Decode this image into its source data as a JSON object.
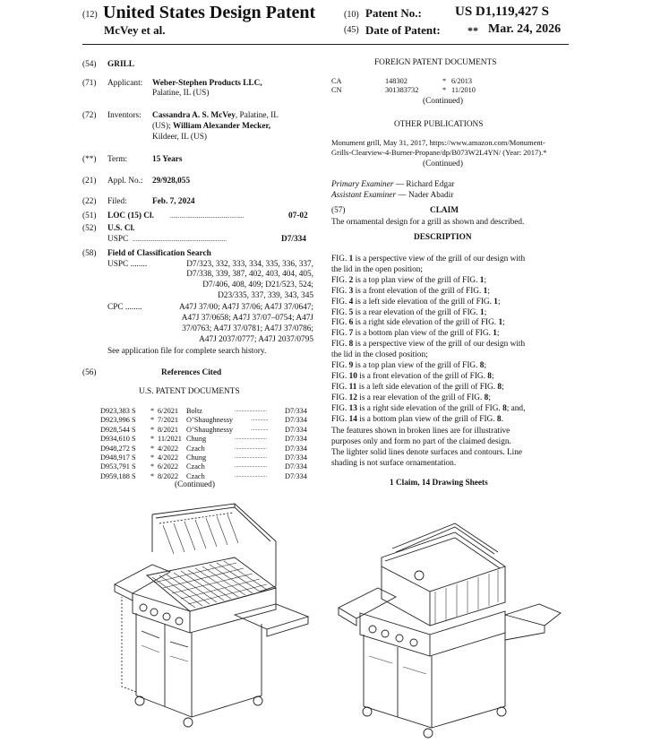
{
  "header": {
    "code12": "(12)",
    "doc_type": "United States Design Patent",
    "code10": "(10)",
    "patent_no_label": "Patent No.:",
    "patent_no": "US D1,119,427 S",
    "inventor_short": "McVey et al.",
    "code45": "(45)",
    "date_label": "Date of Patent:",
    "date_mark": "**",
    "date": "Mar. 24, 2026"
  },
  "left": {
    "title_code": "(54)",
    "title": "GRILL",
    "applicant_code": "(71)",
    "applicant_label": "Applicant:",
    "applicant_name": "Weber-Stephen Products LLC,",
    "applicant_city": "Palatine, IL (US)",
    "inventors_code": "(72)",
    "inventors_label": "Inventors:",
    "inventor1_name": "Cassandra A. S. McVey",
    "inventor1_city": ", Palatine, IL",
    "inventor1_country": "(US); ",
    "inventor2_name": "William Alexander Mecker,",
    "inventor2_city": "Kildeer, IL (US)",
    "term_code": "(**)",
    "term_label": "Term:",
    "term_value": "15 Years",
    "appl_code": "(21)",
    "appl_label": "Appl. No.:",
    "appl_value": "29/928,055",
    "filed_code": "(22)",
    "filed_label": "Filed:",
    "filed_value": "Feb. 7, 2024",
    "loc_code": "(51)",
    "loc_label": "LOC (15) Cl.",
    "loc_dots": "...............................................",
    "loc_value": "07-02",
    "uscl_code": "(52)",
    "uscl_label": "U.S. Cl.",
    "usclpc_label": "USPC",
    "usclpc_dots": "............................................................",
    "usclpc_value": "D7/334",
    "field_code": "(58)",
    "field_label": "Field of Classification Search",
    "field_uspc_label": "USPC ........",
    "field_uspc_1": "D7/323, 332, 333, 334, 335, 336, 337,",
    "field_uspc_2": "D7/338, 339, 387, 402, 403, 404, 405,",
    "field_uspc_3": "D7/406, 408, 409; D21/523, 524;",
    "field_uspc_4": "D23/335, 337, 339, 343, 345",
    "field_cpc_label": "CPC ........",
    "field_cpc_1": "A47J 37/00; A47J 37/06; A47J 37/0647;",
    "field_cpc_2": "A47J 37/0658; A47J 37/07–0754; A47J",
    "field_cpc_3": "37/0763; A47J 37/0781; A47J 37/0786;",
    "field_cpc_4": "A47J 2037/0777; A47J 2037/0795",
    "field_note": "See application file for complete search history.",
    "refs_code": "(56)",
    "refs_label": "References Cited",
    "us_docs_label": "U.S. PATENT DOCUMENTS",
    "us_docs": [
      {
        "no": "D923,383 S",
        "star": "*",
        "date": "6/2021",
        "name": "Boltz",
        "dots": "........................",
        "cls": "D7/334"
      },
      {
        "no": "D923,996 S",
        "star": "*",
        "date": "7/2021",
        "name": "O’Shaughnessy",
        "dots": ".............",
        "cls": "D7/334"
      },
      {
        "no": "D928,544 S",
        "star": "*",
        "date": "8/2021",
        "name": "O’Shaughnessy",
        "dots": ".............",
        "cls": "D7/334"
      },
      {
        "no": "D934,610 S",
        "star": "*",
        "date": "11/2021",
        "name": "Chung",
        "dots": "........................",
        "cls": "D7/334"
      },
      {
        "no": "D948,272 S",
        "star": "*",
        "date": "4/2022",
        "name": "Czach",
        "dots": "........................",
        "cls": "D7/334"
      },
      {
        "no": "D948,917 S",
        "star": "*",
        "date": "4/2022",
        "name": "Chung",
        "dots": "........................",
        "cls": "D7/334"
      },
      {
        "no": "D953,791 S",
        "star": "*",
        "date": "6/2022",
        "name": "Czach",
        "dots": "........................",
        "cls": "D7/334"
      },
      {
        "no": "D959,188 S",
        "star": "*",
        "date": "8/2022",
        "name": "Czach",
        "dots": "........................",
        "cls": "D7/334"
      }
    ],
    "continued": "(Continued)"
  },
  "right": {
    "foreign_label": "FOREIGN PATENT DOCUMENTS",
    "foreign_docs": [
      {
        "country": "CA",
        "no": "148302",
        "star": "*",
        "date": "6/2013"
      },
      {
        "country": "CN",
        "no": "301383732",
        "star": "*",
        "date": "11/2010"
      }
    ],
    "foreign_continued": "(Continued)",
    "other_label": "OTHER PUBLICATIONS",
    "other_1": "Monument grill, May 31, 2017, https://www.amazon.com/Monument-",
    "other_2": "Grills-Clearview-4-Burner-Propane/dp/B073W2L4YN/ (Year: 2017).*",
    "other_continued": "(Continued)",
    "primary_label": "Primary Examiner",
    "primary_name": " — Richard Edgar",
    "assistant_label": "Assistant Examiner",
    "assistant_name": " — Nader Abadir",
    "claim_code": "(57)",
    "claim_label": "CLAIM",
    "claim_text": "The ornamental design for a grill as shown and described.",
    "desc_label": "DESCRIPTION",
    "figs": [
      {
        "pre": "FIG. ",
        "num": "1",
        "post": " is a perspective view of the grill of our design with"
      },
      {
        "pre": "",
        "num": "",
        "post": "the lid in the open position;"
      },
      {
        "pre": "FIG. ",
        "num": "2",
        "post": " is a top plan view of the grill of FIG. ",
        "ref": "1",
        "end": ";"
      },
      {
        "pre": "FIG. ",
        "num": "3",
        "post": " is a front elevation of the grill of FIG. ",
        "ref": "1",
        "end": ";"
      },
      {
        "pre": "FIG. ",
        "num": "4",
        "post": " is a left side elevation of the grill of FIG. ",
        "ref": "1",
        "end": ";"
      },
      {
        "pre": "FIG. ",
        "num": "5",
        "post": " is a rear elevation of the grill of FIG. ",
        "ref": "1",
        "end": ";"
      },
      {
        "pre": "FIG. ",
        "num": "6",
        "post": " is a right side elevation of the grill of FIG. ",
        "ref": "1",
        "end": ";"
      },
      {
        "pre": "FIG. ",
        "num": "7",
        "post": " is a bottom plan view of the grill of FIG. ",
        "ref": "1",
        "end": ";"
      },
      {
        "pre": "FIG. ",
        "num": "8",
        "post": " is a perspective view of the grill of our design with"
      },
      {
        "pre": "",
        "num": "",
        "post": "the lid in the closed position;"
      },
      {
        "pre": "FIG. ",
        "num": "9",
        "post": " is a top plan view of the grill of FIG. ",
        "ref": "8",
        "end": ";"
      },
      {
        "pre": "FIG. ",
        "num": "10",
        "post": " is a front elevation of the grill of FIG. ",
        "ref": "8",
        "end": ";"
      },
      {
        "pre": "FIG. ",
        "num": "11",
        "post": " is a left side elevation of the grill of FIG. ",
        "ref": "8",
        "end": ";"
      },
      {
        "pre": "FIG. ",
        "num": "12",
        "post": " is a rear elevation of the grill of FIG. ",
        "ref": "8",
        "end": ";"
      },
      {
        "pre": "FIG. ",
        "num": "13",
        "post": " is a right side elevation of the grill of FIG. ",
        "ref": "8",
        "end": "; and,"
      },
      {
        "pre": "FIG. ",
        "num": "14",
        "post": " is a bottom plan view of the grill of FIG. ",
        "ref": "8",
        "end": "."
      }
    ],
    "note_1": "The features shown in broken lines are for illustrative",
    "note_2": "purposes only and form no part of the claimed design.",
    "note_3": "The lighter solid lines denote surfaces and contours. Line",
    "note_4": "shading is not surface ornamentation.",
    "claims_summary": "1 Claim, 14 Drawing Sheets"
  },
  "drawings": {
    "line_color": "#222222"
  }
}
